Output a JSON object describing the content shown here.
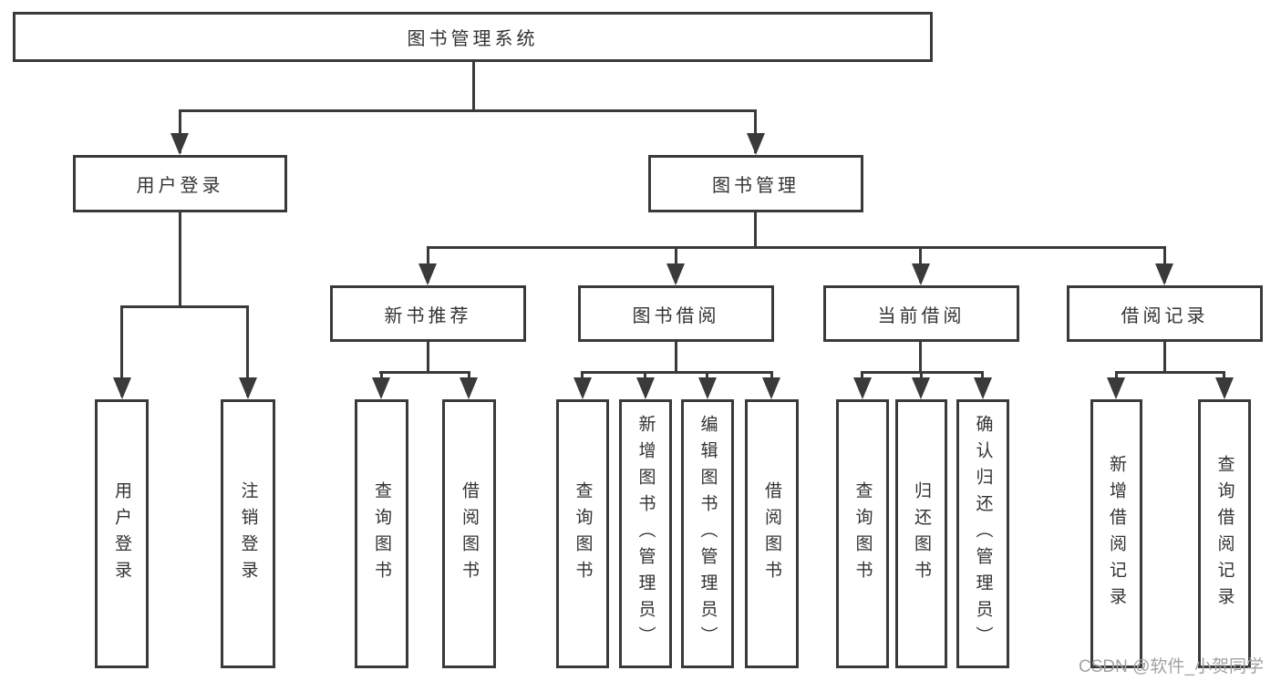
{
  "colors": {
    "line": "#3a3a3a",
    "text": "#333333",
    "watermark": "#a2a2a2",
    "bg": "#ffffff"
  },
  "watermark": {
    "text": "CSDN @软件_小贺同学"
  },
  "nodes": {
    "root": {
      "label": "图书管理系统"
    },
    "level2": {
      "user_login": {
        "label": "用户登录"
      },
      "book_mgmt": {
        "label": "图书管理"
      }
    },
    "level3": {
      "new_book_rec": {
        "label": "新书推荐"
      },
      "book_borrow": {
        "label": "图书借阅"
      },
      "current_borrow": {
        "label": "当前借阅"
      },
      "borrow_records": {
        "label": "借阅记录"
      }
    },
    "leaves": {
      "user_login_leaf": {
        "label": "用户登录"
      },
      "logout": {
        "label": "注销登录"
      },
      "rec_query_books": {
        "label": "查询图书"
      },
      "rec_borrow_books": {
        "label": "借阅图书"
      },
      "bb_query_books": {
        "label": "查询图书"
      },
      "bb_add_book": {
        "label": "新增图书（管理员）"
      },
      "bb_edit_book": {
        "label": "编辑图书（管理员）"
      },
      "bb_borrow_books": {
        "label": "借阅图书"
      },
      "cb_query_books": {
        "label": "查询图书"
      },
      "cb_return_book": {
        "label": "归还图书"
      },
      "cb_confirm_return": {
        "label": "确认归还（管理员）"
      },
      "br_add_record": {
        "label": "新增借阅记录"
      },
      "br_query_record": {
        "label": "查询借阅记录"
      }
    }
  }
}
